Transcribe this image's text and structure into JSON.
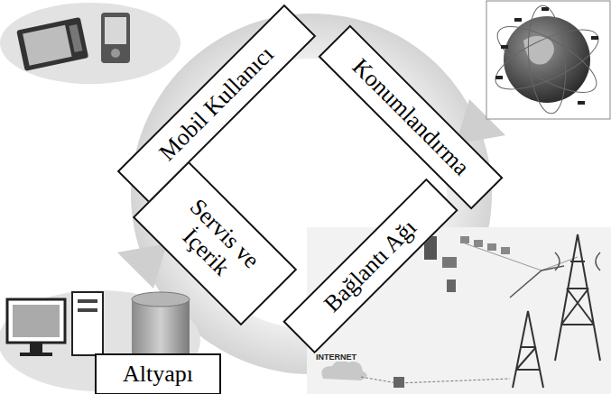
{
  "diagram": {
    "nodes": [
      {
        "text": [
          "Mobil Kullanıcı"
        ]
      },
      {
        "text": [
          "Konumlandırma"
        ]
      },
      {
        "text": [
          "Servis ve İçerik"
        ]
      },
      {
        "text": [
          "Bağlantı Ağı"
        ]
      },
      {
        "text": [
          "Altyapı"
        ]
      }
    ],
    "labels": [
      "INTERNET"
    ]
  }
}
